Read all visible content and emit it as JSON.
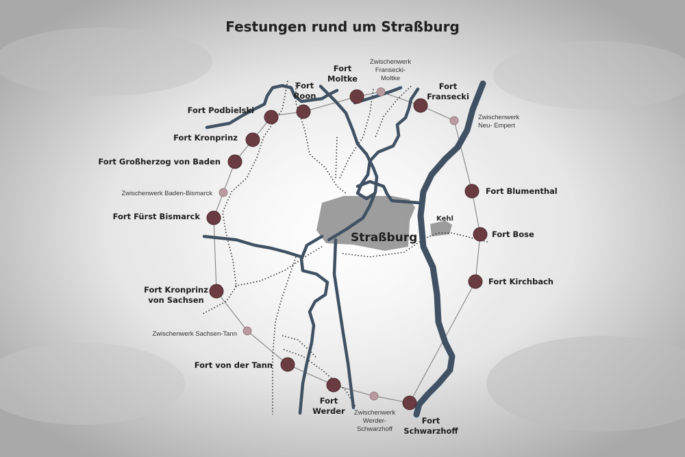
{
  "title": "Festungen rund um Straßburg",
  "city": {
    "name": "Straßburg",
    "neighbor": "Kehl"
  },
  "colors": {
    "fort": "#6a3b40",
    "zwischenwerk": "#b89aa0",
    "river": "#3f5163",
    "ring": "#8a8a8a",
    "rail": "#2a2a2a",
    "city": "#8c8c8c"
  },
  "forts": [
    {
      "id": "podbielski",
      "lines": [
        "Fort Podbielski"
      ]
    },
    {
      "id": "roon",
      "lines": [
        "Fort",
        "Roon"
      ]
    },
    {
      "id": "moltke",
      "lines": [
        "Fort",
        "Moltke"
      ]
    },
    {
      "id": "fransecki",
      "lines": [
        "Fort",
        "Fransecki"
      ]
    },
    {
      "id": "kronprinz",
      "lines": [
        "Fort Kronprinz"
      ]
    },
    {
      "id": "grossherzog",
      "lines": [
        "Fort Großherzog von Baden"
      ]
    },
    {
      "id": "blumenthal",
      "lines": [
        "Fort Blumenthal"
      ]
    },
    {
      "id": "fuerst-bismarck",
      "lines": [
        "Fort Fürst Bismarck"
      ]
    },
    {
      "id": "bose",
      "lines": [
        "Fort Bose"
      ]
    },
    {
      "id": "kirchbach",
      "lines": [
        "Fort Kirchbach"
      ]
    },
    {
      "id": "kronprinz-sachsen",
      "lines": [
        "Fort Kronprinz",
        "von Sachsen"
      ]
    },
    {
      "id": "von-der-tann",
      "lines": [
        "Fort von der Tann"
      ]
    },
    {
      "id": "werder",
      "lines": [
        "Fort",
        "Werder"
      ]
    },
    {
      "id": "schwarzhoff",
      "lines": [
        "Fort",
        "Schwarzhoff"
      ]
    }
  ],
  "zwischenwerke": [
    {
      "id": "fransecki-moltke",
      "lines": [
        "Zwischenwerk",
        "Fransecki-",
        "Moltke"
      ]
    },
    {
      "id": "neu-empert",
      "lines": [
        "Zwischenwerk",
        "Neu- Empert"
      ]
    },
    {
      "id": "baden-bismarck",
      "lines": [
        "Zwischenwerk Baden-Bismarck"
      ]
    },
    {
      "id": "sachsen-tann",
      "lines": [
        "Zwischenwerk Sachsen-Tann"
      ]
    },
    {
      "id": "werder-schwarzhoff",
      "lines": [
        "Zwischenwerk",
        "Werder-",
        "Schwarzhoff"
      ]
    }
  ]
}
